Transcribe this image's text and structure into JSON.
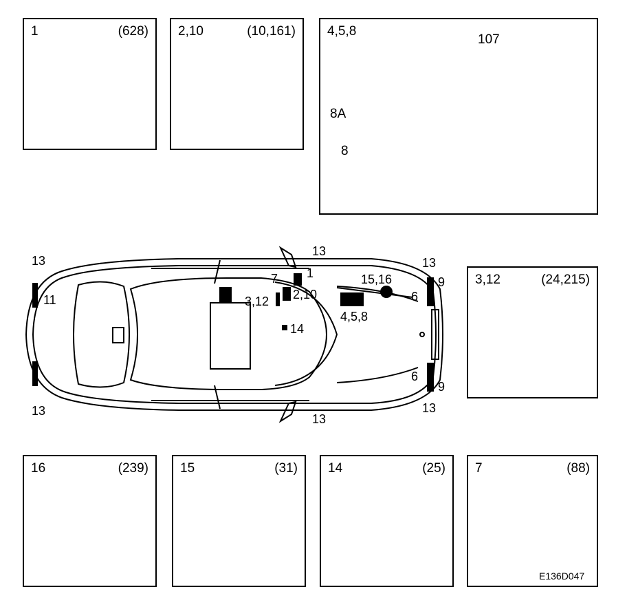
{
  "panels": {
    "p1": {
      "numbers": "1",
      "ref": "(628)"
    },
    "p2": {
      "numbers": "2,10",
      "ref": "(10,161)"
    },
    "p3": {
      "numbers": "4,5,8",
      "callout_top": "107",
      "callout_8a": "8A",
      "callout_8": "8"
    },
    "p4": {
      "numbers": "3,12",
      "ref": "(24,215)"
    },
    "p5": {
      "numbers": "16",
      "ref": "(239)"
    },
    "p6": {
      "numbers": "15",
      "ref": "(31)"
    },
    "p7": {
      "numbers": "14",
      "ref": "(25)"
    },
    "p8": {
      "numbers": "7",
      "ref": "(88)"
    }
  },
  "car_labels": {
    "l13_tl": "13",
    "l13_tc": "13",
    "l13_tr": "13",
    "l13_bl": "13",
    "l13_bc": "13",
    "l13_br": "13",
    "l11": "11",
    "l9_top": "9",
    "l9_bot": "9",
    "l6_top": "6",
    "l6_bot": "6",
    "l7": "7",
    "l1": "1",
    "l15_16": "15,16",
    "l2_10": "2,10",
    "l3_12": "3,12",
    "l4_5_8": "4,5,8",
    "l14": "14"
  },
  "drawing_code": "E136D047"
}
